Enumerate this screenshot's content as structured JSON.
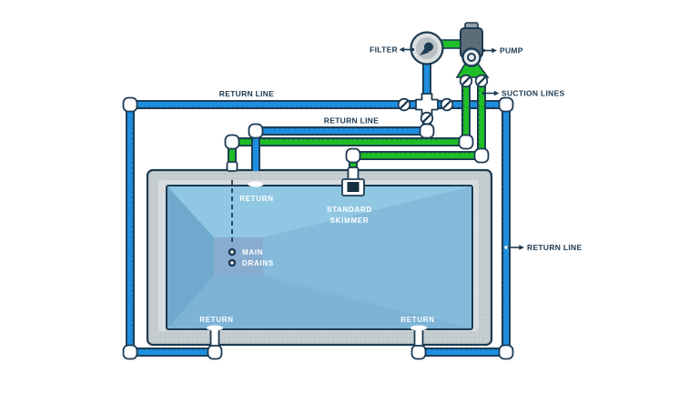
{
  "diagram_type": "pool-plumbing-diagram",
  "colors": {
    "return_line_blue": "#1E8FE0",
    "suction_line_green": "#1FBE28",
    "outline_navy": "#1C3A52",
    "deck_gray": "#C6CDD0",
    "deck_inner_gray": "#D8DCDE",
    "water_blue": "#84BBDB",
    "water_shallow": "#90C7E3",
    "water_left_wall": "#6FA9CD",
    "water_bottom": "#7DB3D7",
    "deep_end": "#87ACCF",
    "equipment_gray": "#5D6E7A",
    "label_white": "#FFFFFF"
  },
  "labels": {
    "filter": "FILTER",
    "pump": "PUMP",
    "suction_lines": "SUCTION LINES",
    "return_line_top": "RETURN LINE",
    "return_line_middle": "RETURN LINE",
    "return_line_right": "RETURN LINE",
    "return_inlet_top": "RETURN",
    "skimmer_line1": "STANDARD",
    "skimmer_line2": "SKIMMER",
    "main_drains_line1": "MAIN",
    "main_drains_line2": "DRAINS",
    "return_inlet_bottom_left": "RETURN",
    "return_inlet_bottom_right": "RETURN"
  }
}
